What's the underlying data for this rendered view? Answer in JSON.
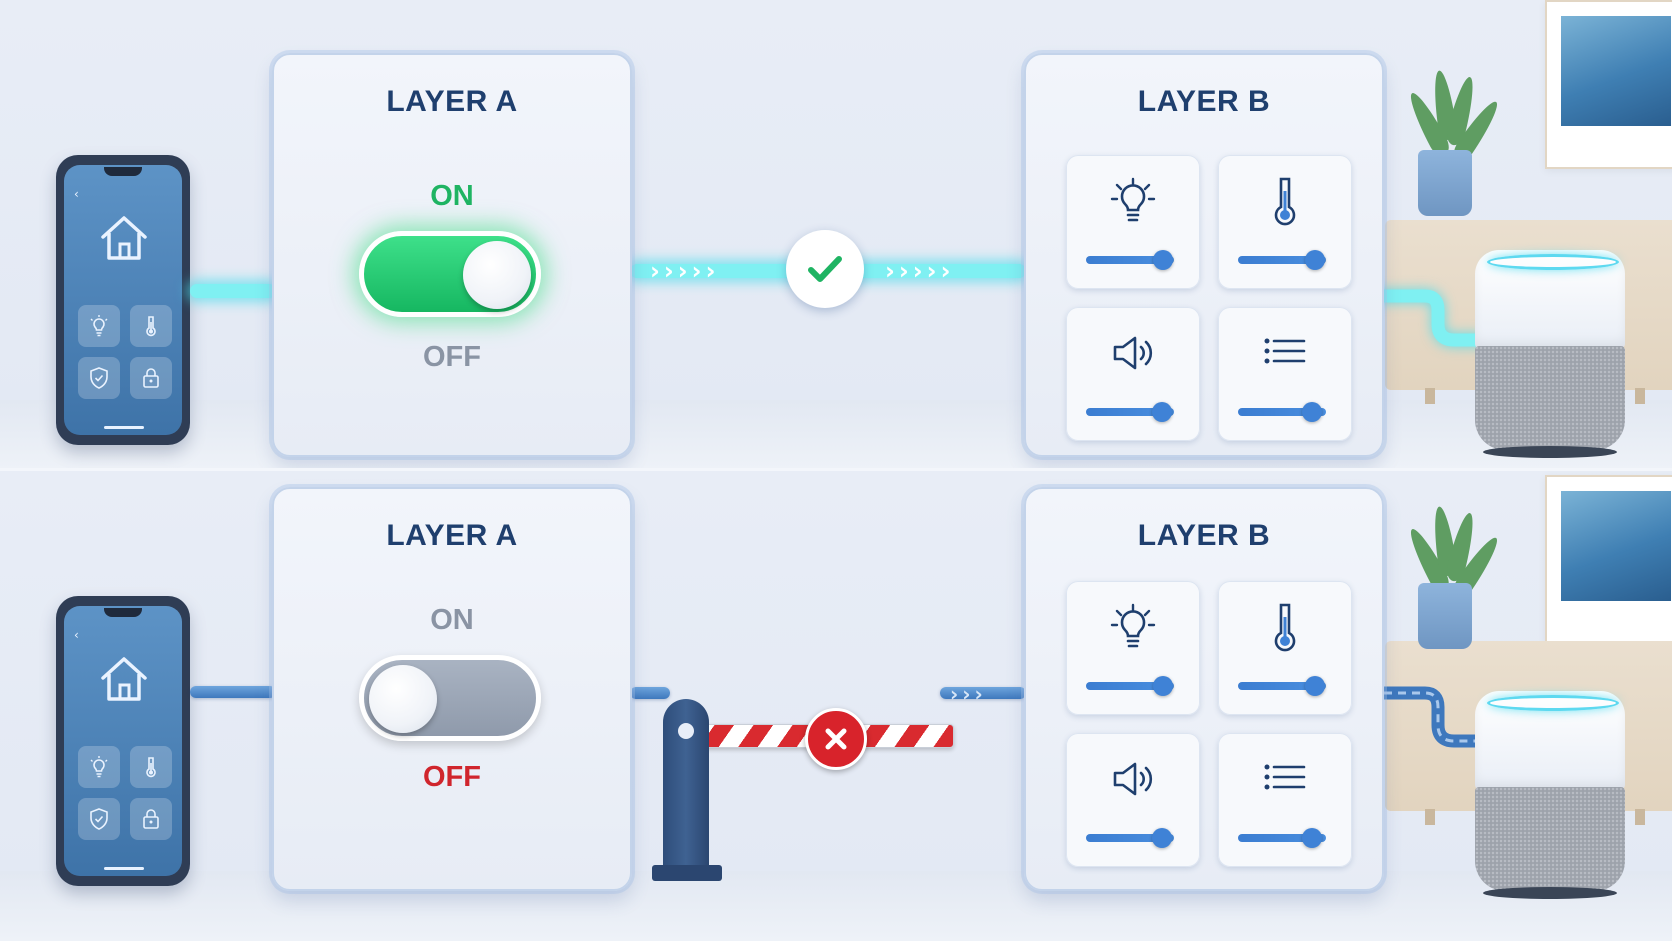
{
  "scenarios": [
    {
      "layer_a": {
        "title": "LAYER A",
        "on_label": "ON",
        "off_label": "OFF",
        "state": "on",
        "on_color": "#1fb463",
        "off_color": "#8a94a4"
      },
      "layer_b": {
        "title": "LAYER B"
      },
      "link_status": "allowed"
    },
    {
      "layer_a": {
        "title": "LAYER A",
        "on_label": "ON",
        "off_label": "OFF",
        "state": "off",
        "on_color": "#8a94a4",
        "off_color": "#d0252d"
      },
      "layer_b": {
        "title": "LAYER B"
      },
      "link_status": "blocked"
    }
  ],
  "devices": [
    {
      "icon": "lightbulb-icon",
      "level": 0.88
    },
    {
      "icon": "thermometer-icon",
      "level": 0.88
    },
    {
      "icon": "speaker-volume-icon",
      "level": 0.86
    },
    {
      "icon": "list-icon",
      "level": 0.84
    }
  ],
  "phone_tiles": [
    "lightbulb-icon",
    "thermometer-icon",
    "shield-icon",
    "lock-icon"
  ],
  "colors": {
    "panel_title": "#1f3f6e",
    "active_link": "#7ff0f2",
    "inactive_link": "#3e78bd",
    "toggle_on": "#16b761",
    "toggle_off": "#8f9aab",
    "check": "#1fb463",
    "block": "#d8232b"
  }
}
